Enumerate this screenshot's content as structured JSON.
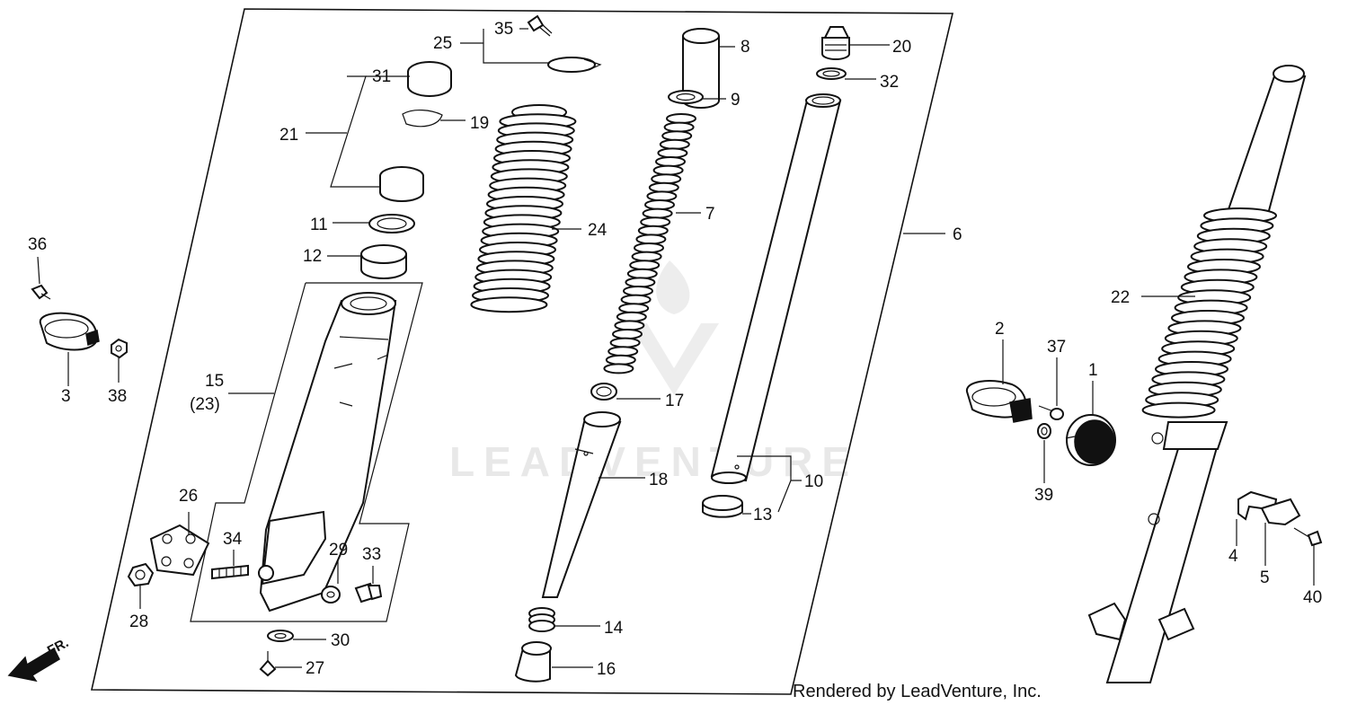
{
  "watermark": "LEADVENTURE",
  "front_label": "FR.",
  "credit": "Rendered by LeadVenture, Inc.",
  "part_labels": [
    {
      "id": "35",
      "text": "35"
    },
    {
      "id": "25",
      "text": "25"
    },
    {
      "id": "8",
      "text": "8"
    },
    {
      "id": "20",
      "text": "20"
    },
    {
      "id": "31",
      "text": "31"
    },
    {
      "id": "32",
      "text": "32"
    },
    {
      "id": "9",
      "text": "9"
    },
    {
      "id": "19",
      "text": "19"
    },
    {
      "id": "21",
      "text": "21"
    },
    {
      "id": "7",
      "text": "7"
    },
    {
      "id": "11",
      "text": "11"
    },
    {
      "id": "24",
      "text": "24"
    },
    {
      "id": "6",
      "text": "6"
    },
    {
      "id": "36",
      "text": "36"
    },
    {
      "id": "12",
      "text": "12"
    },
    {
      "id": "22",
      "text": "22"
    },
    {
      "id": "2",
      "text": "2"
    },
    {
      "id": "37",
      "text": "37"
    },
    {
      "id": "1",
      "text": "1"
    },
    {
      "id": "15",
      "text": "15"
    },
    {
      "id": "23",
      "text": "(23)"
    },
    {
      "id": "3",
      "text": "3"
    },
    {
      "id": "38",
      "text": "38"
    },
    {
      "id": "17",
      "text": "17"
    },
    {
      "id": "18",
      "text": "18"
    },
    {
      "id": "10",
      "text": "10"
    },
    {
      "id": "39",
      "text": "39"
    },
    {
      "id": "26",
      "text": "26"
    },
    {
      "id": "13",
      "text": "13"
    },
    {
      "id": "34",
      "text": "34"
    },
    {
      "id": "29",
      "text": "29"
    },
    {
      "id": "33",
      "text": "33"
    },
    {
      "id": "4",
      "text": "4"
    },
    {
      "id": "5",
      "text": "5"
    },
    {
      "id": "40",
      "text": "40"
    },
    {
      "id": "28",
      "text": "28"
    },
    {
      "id": "14",
      "text": "14"
    },
    {
      "id": "30",
      "text": "30"
    },
    {
      "id": "27",
      "text": "27"
    },
    {
      "id": "16",
      "text": "16"
    }
  ]
}
